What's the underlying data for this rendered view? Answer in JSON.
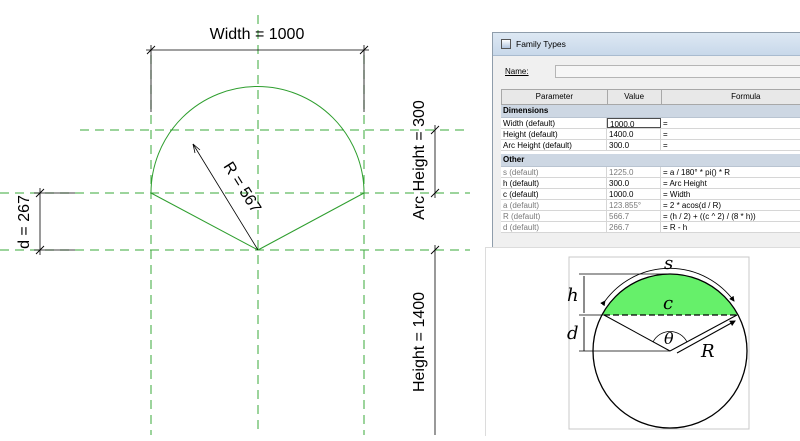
{
  "drawing": {
    "width_label": "Width = 1000",
    "radius_label": "R = 567",
    "d_label": "d = 267",
    "arc_height_label": "Arc Height = 300",
    "height_label": "Height = 1400"
  },
  "dialog": {
    "title": "Family Types",
    "name_label": "Name:",
    "columns": [
      "Parameter",
      "Value",
      "Formula"
    ],
    "groups": [
      {
        "name": "Dimensions",
        "rows": [
          {
            "param": "Width (default)",
            "value": "1000.0",
            "formula": "="
          },
          {
            "param": "Height (default)",
            "value": "1400.0",
            "formula": "="
          },
          {
            "param": "Arc Height (default)",
            "value": "300.0",
            "formula": "="
          }
        ]
      },
      {
        "name": "Other",
        "rows": [
          {
            "param": "s (default)",
            "value": "1225.0",
            "formula": "= a / 180° * pi() * R"
          },
          {
            "param": "h (default)",
            "value": "300.0",
            "formula": "= Arc Height"
          },
          {
            "param": "c (default)",
            "value": "1000.0",
            "formula": "= Width"
          },
          {
            "param": "a (default)",
            "value": "123.855°",
            "formula": "= 2 * acos(d / R)"
          },
          {
            "param": "R (default)",
            "value": "566.7",
            "formula": "= (h / 2) + ((c ^ 2) / (8 * h))"
          },
          {
            "param": "d (default)",
            "value": "266.7",
            "formula": "= R - h"
          }
        ]
      }
    ]
  },
  "segment_diagram": {
    "s": "s",
    "h": "h",
    "c": "c",
    "d": "d",
    "theta": "θ",
    "R": "R",
    "segment_color": "#66f06a"
  },
  "colors": {
    "guide_green": "#3aa83a",
    "arc_green": "#2e9e2e",
    "group_header_bg": "#cdd7e3"
  }
}
